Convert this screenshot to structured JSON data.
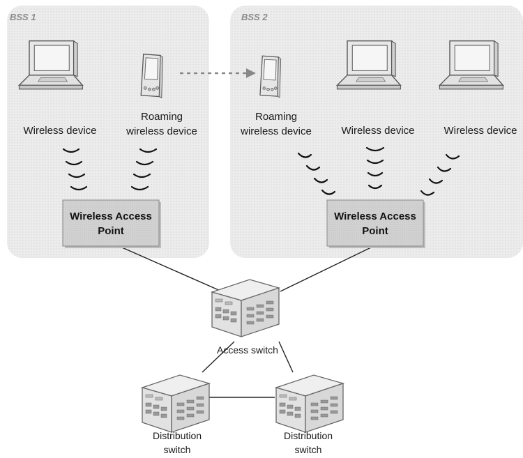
{
  "bss": [
    {
      "label": "BSS 1"
    },
    {
      "label": "BSS 2"
    }
  ],
  "devices": {
    "bss1_laptop": {
      "label": "Wireless device"
    },
    "bss1_pda": {
      "line1": "Roaming",
      "line2": "wireless device"
    },
    "bss2_pda": {
      "line1": "Roaming",
      "line2": "wireless device"
    },
    "bss2_laptop1": {
      "label": "Wireless device"
    },
    "bss2_laptop2": {
      "label": "Wireless device"
    }
  },
  "access_points": [
    {
      "line1": "Wireless Access",
      "line2": "Point"
    },
    {
      "line1": "Wireless Access",
      "line2": "Point"
    }
  ],
  "access_switch": {
    "label": "Access switch"
  },
  "distribution_switches": [
    {
      "line1": "Distribution",
      "line2": "switch"
    },
    {
      "line1": "Distribution",
      "line2": "switch"
    }
  ],
  "colors": {
    "bss_region": "#ececec",
    "ap_box": "#d4d4d4",
    "device_body": "#e6e6e6",
    "device_outline": "#555555",
    "roam_arrow": "#888888"
  }
}
